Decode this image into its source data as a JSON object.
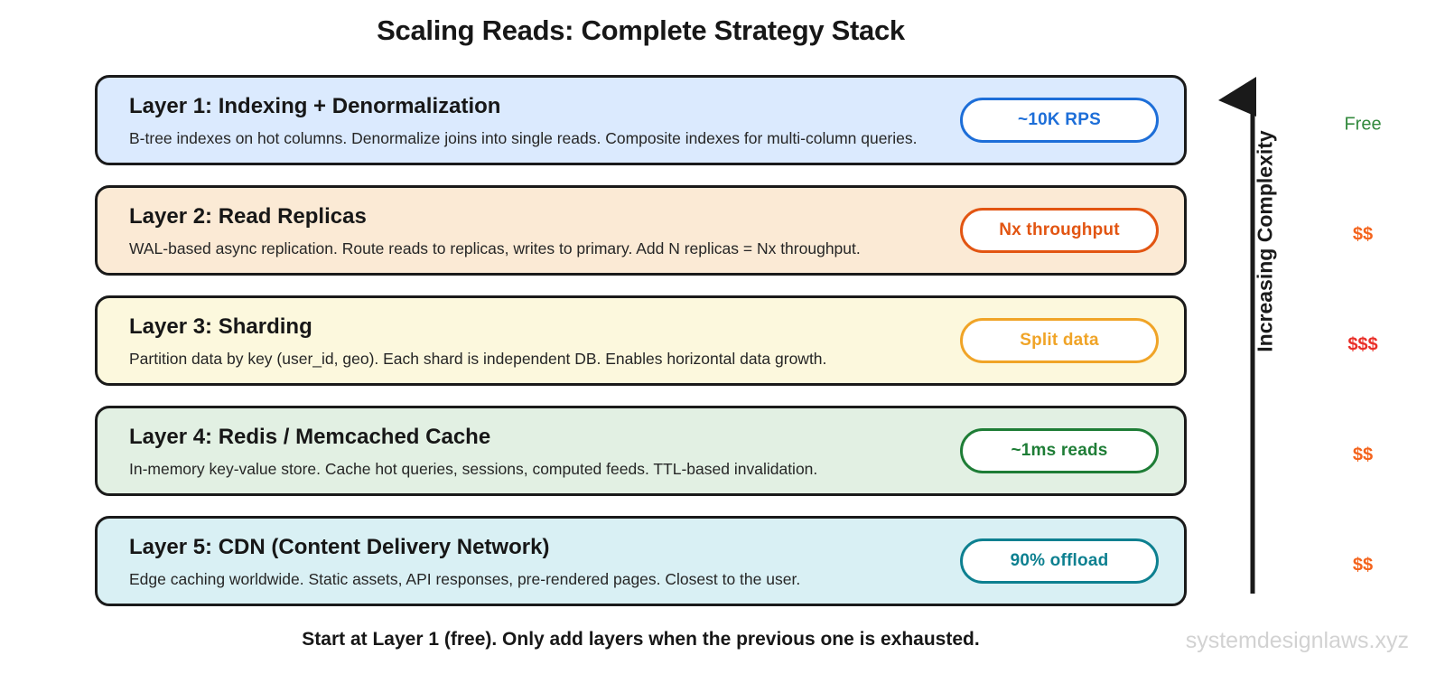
{
  "title": "Scaling Reads: Complete Strategy Stack",
  "layers": [
    {
      "name": "Layer 1: Indexing + Denormalization",
      "description": "B-tree indexes on hot columns. Denormalize joins into single reads. Composite indexes for multi-column queries.",
      "badge": "~10K RPS",
      "bg": "#dbeafe",
      "accent": "#1d6ed8",
      "cost": "Free",
      "cost_color": "#338a3e"
    },
    {
      "name": "Layer 2: Read Replicas",
      "description": "WAL-based async replication. Route reads to replicas, writes to primary. Add N replicas = Nx throughput.",
      "badge": "Nx throughput",
      "bg": "#fbead5",
      "accent": "#e25512",
      "cost": "$$",
      "cost_color": "#f4641d"
    },
    {
      "name": "Layer 3: Sharding",
      "description": "Partition data by key (user_id, geo). Each shard is independent DB. Enables horizontal data growth.",
      "badge": "Split data",
      "bg": "#fcf8dd",
      "accent": "#f0a427",
      "cost": "$$$",
      "cost_color": "#e92f28"
    },
    {
      "name": "Layer 4: Redis / Memcached Cache",
      "description": "In-memory key-value store. Cache hot queries, sessions, computed feeds. TTL-based invalidation.",
      "badge": "~1ms reads",
      "bg": "#e2f0e3",
      "accent": "#1e7d36",
      "cost": "$$",
      "cost_color": "#f4641d"
    },
    {
      "name": "Layer 5: CDN (Content Delivery Network)",
      "description": "Edge caching worldwide. Static assets, API responses, pre-rendered pages. Closest to the user.",
      "badge": "90% offload",
      "bg": "#d9f0f4",
      "accent": "#0d8090",
      "cost": "$$",
      "cost_color": "#f4641d"
    }
  ],
  "arrow": {
    "label": "Increasing Complexity",
    "color": "#1a1a1a"
  },
  "footer": "Start at Layer 1 (free). Only add layers when the previous one is exhausted.",
  "watermark": "systemdesignlaws.xyz"
}
